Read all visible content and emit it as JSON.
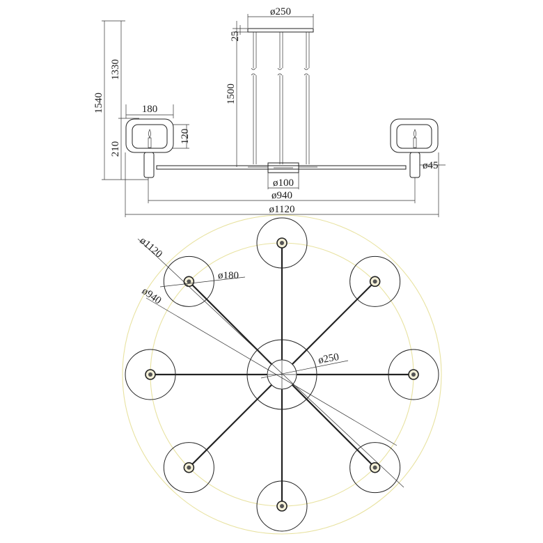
{
  "colors": {
    "line": "#222222",
    "guide_circle": "#e8e2a0",
    "background": "#ffffff"
  },
  "side_view": {
    "labels": {
      "canopy_diameter": "ø250",
      "canopy_height": "25",
      "overall_height": "1540",
      "max_suspension": "1330",
      "rod_length": "1500",
      "shade_width": "180",
      "shade_height": "120",
      "arm_height": "210",
      "socket_diameter": "ø45",
      "hub_diameter": "ø100",
      "inner_span": "ø940",
      "overall_span": "ø1120"
    }
  },
  "top_view": {
    "labels": {
      "outer_diameter": "ø1120",
      "shade_diameter": "ø180",
      "inner_diameter": "ø940",
      "canopy_diameter": "ø250"
    },
    "arm_count": 8
  }
}
